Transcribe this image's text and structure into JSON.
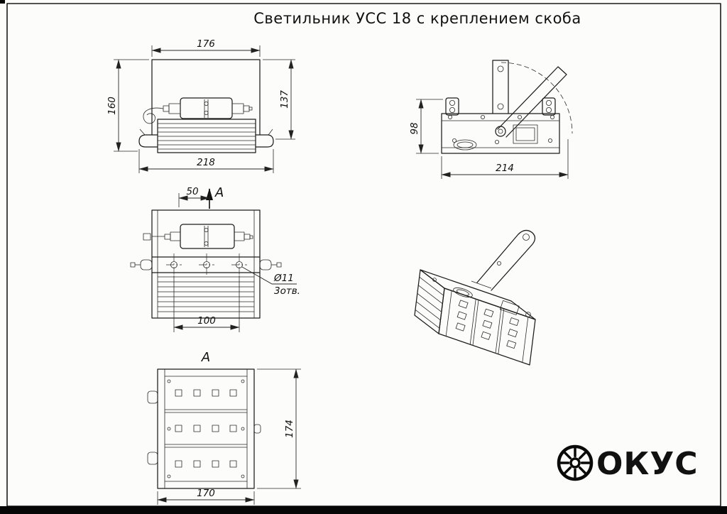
{
  "title": "Светильник УСС 18 с креплением скоба",
  "views": {
    "front": {
      "dim_top_width": "176",
      "dim_left_height": "160",
      "dim_right_height": "137",
      "dim_bottom_width": "218"
    },
    "side": {
      "dim_height": "98",
      "dim_width": "214"
    },
    "plan": {
      "dim_center_offset": "50",
      "section_label": "A",
      "hole_diameter": "Ø11",
      "hole_count": "3отв.",
      "dim_hole_spacing": "100"
    },
    "view_a": {
      "label": "A",
      "dim_width": "170",
      "dim_height": "174"
    }
  },
  "logo": {
    "text": "ОКУС"
  }
}
